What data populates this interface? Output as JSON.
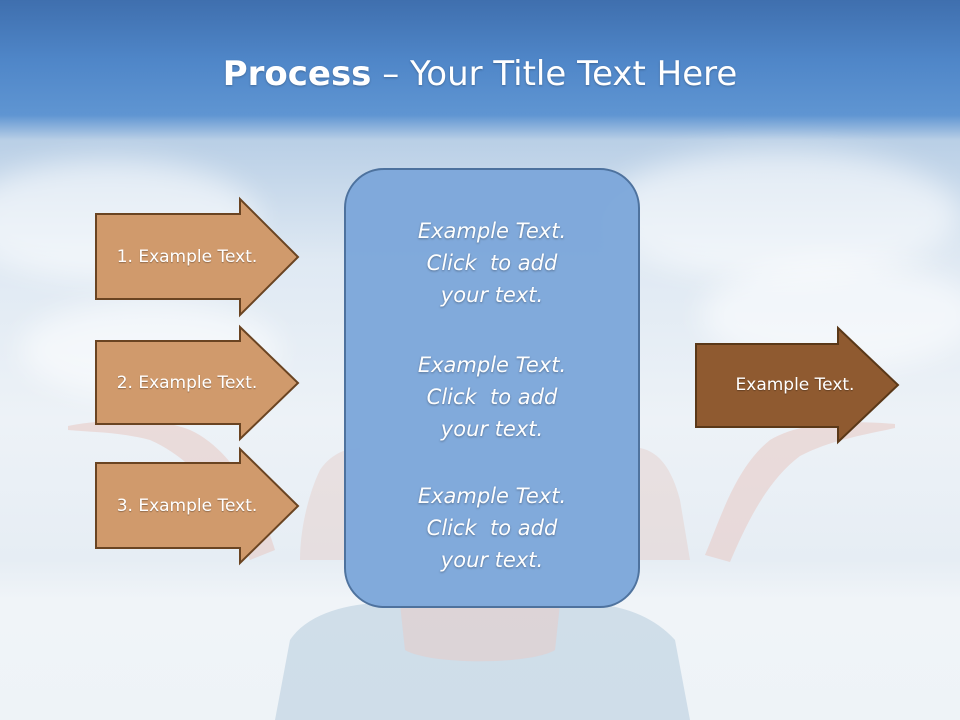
{
  "title": {
    "bold_part": "Process",
    "rest": " – Your Title Text Here"
  },
  "left_arrows": [
    {
      "label": "1. Example Text."
    },
    {
      "label": "2. Example Text."
    },
    {
      "label": "3. Example Text."
    }
  ],
  "center_box": {
    "blocks": [
      {
        "lines": [
          "Example Text.",
          "Click  to add",
          "your text."
        ]
      },
      {
        "lines": [
          "Example Text.",
          "Click  to add",
          "your text."
        ]
      },
      {
        "lines": [
          "Example Text.",
          "Click  to add",
          "your text."
        ]
      }
    ]
  },
  "right_arrow": {
    "label": "Example Text."
  },
  "colors": {
    "left_arrow_fill": "#d09a6c",
    "left_arrow_stroke": "#6a4422",
    "right_arrow_fill": "#8f5a30",
    "right_arrow_stroke": "#5a3818",
    "center_box_fill": "#7ea8db",
    "center_box_stroke": "#4a6f9c"
  }
}
